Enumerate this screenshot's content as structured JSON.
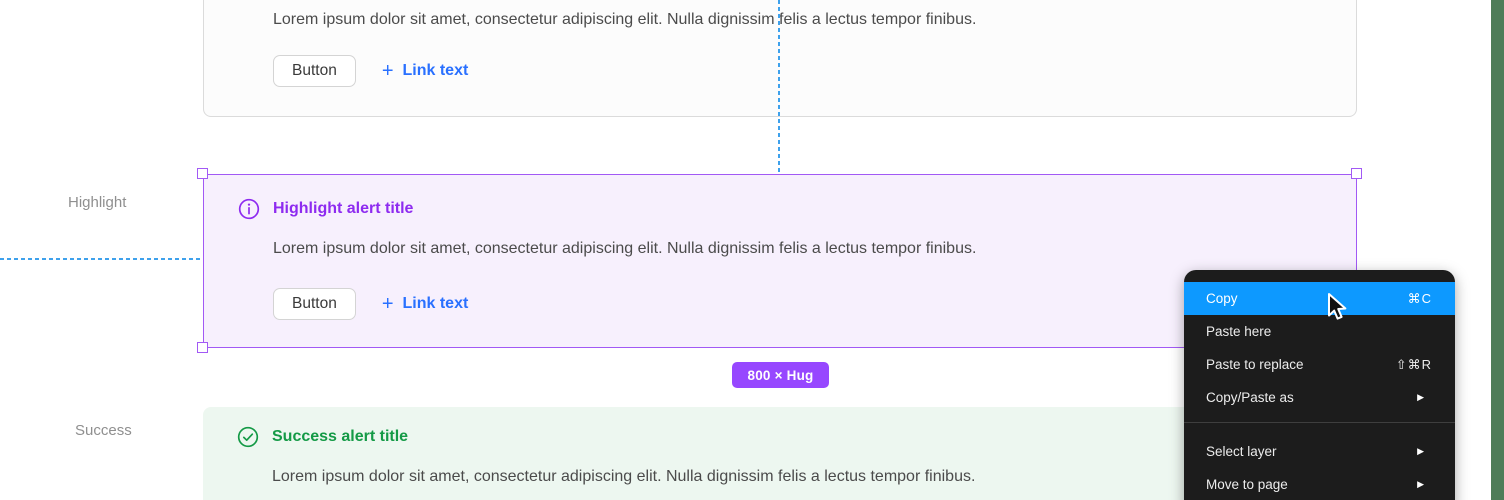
{
  "alerts": {
    "body_text": "Lorem ipsum dolor sit amet, consectetur adipiscing elit. Nulla dignissim felis a lectus tempor finibus.",
    "button_label": "Button",
    "link_plus": "+",
    "link_label": "Link text",
    "highlight": {
      "side_label": "Highlight",
      "title": "Highlight alert title",
      "title_color": "#8E2BF0",
      "background": "#F7F0FD"
    },
    "success": {
      "side_label": "Success",
      "title": "Success alert title",
      "title_color": "#149A46",
      "background": "#EDF7F0"
    }
  },
  "selection": {
    "size_badge": "800 × Hug",
    "badge_color": "#9747FF",
    "border_color": "#A259F5"
  },
  "guides": {
    "color": "#3EA1EC"
  },
  "context_menu": {
    "background": "#1C1C1C",
    "selection_color": "#0D99FF",
    "submenu_arrow": "▶",
    "items": [
      {
        "label": "Copy",
        "shortcut": "⌘C"
      },
      {
        "label": "Paste here"
      },
      {
        "label": "Paste to replace",
        "shortcut": "⇧⌘R"
      },
      {
        "label": "Copy/Paste as"
      },
      {
        "label": "Select layer"
      },
      {
        "label": "Move to page"
      }
    ]
  },
  "accents": {
    "link_blue": "#2970FF",
    "side_strip_green": "#4E7C58",
    "body_text_gray": "#4B4B4B"
  }
}
